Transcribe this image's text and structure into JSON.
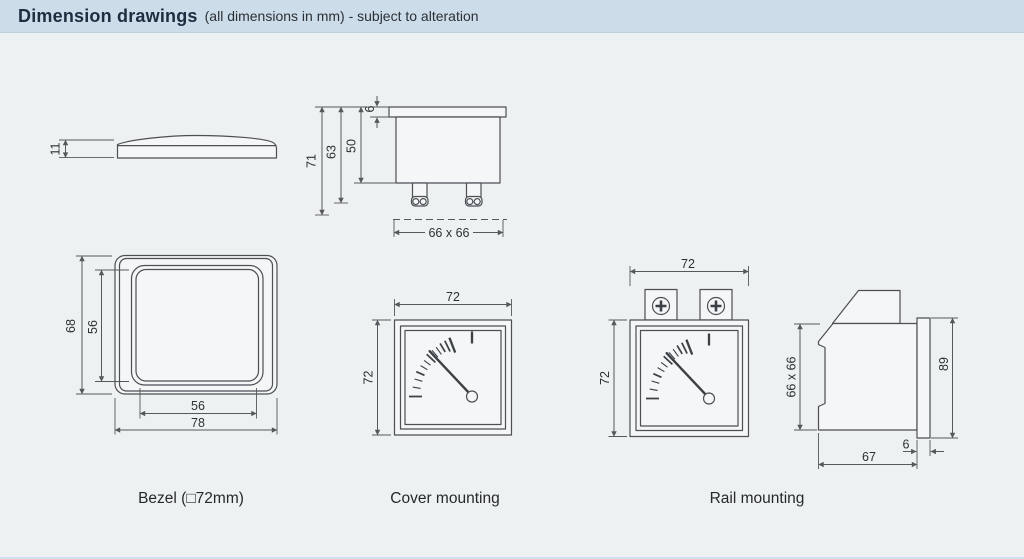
{
  "header": {
    "title": "Dimension drawings",
    "subtitle": "(all dimensions in mm) - subject to alteration"
  },
  "drawings": {
    "bezel_side": {
      "thickness": "11"
    },
    "meter_side": {
      "flange_thickness": "6",
      "depth_inner": "50",
      "depth_mid": "63",
      "depth_total": "71",
      "body_size": "66 x 66"
    },
    "bezel_front": {
      "outer_height": "68",
      "window_height": "56",
      "window_width": "56",
      "outer_width": "78"
    },
    "cover_front": {
      "width": "72",
      "height": "72"
    },
    "rail_front": {
      "width": "72",
      "height": "72"
    },
    "rail_side": {
      "body_size": "66 x 66",
      "panel_height": "89",
      "panel_thickness": "6",
      "depth": "67"
    }
  },
  "captions": {
    "bezel": "Bezel (□72mm)",
    "cover": "Cover mounting",
    "rail": "Rail mounting"
  }
}
